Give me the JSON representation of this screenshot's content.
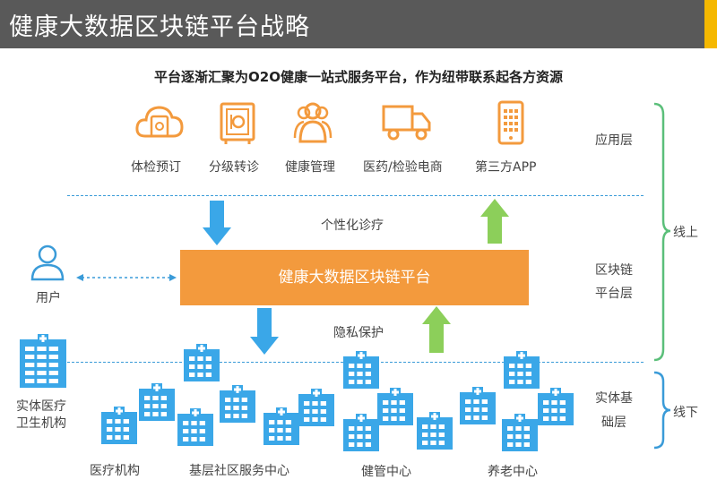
{
  "header": {
    "title": "健康大数据区块链平台战略"
  },
  "subtitle": "平台逐渐汇聚为O2O健康一站式服务平台，作为纽带联系起各方资源",
  "apps": [
    {
      "label": "体检预订",
      "icon": "cloud-cash-icon"
    },
    {
      "label": "分级转诊",
      "icon": "safe-icon"
    },
    {
      "label": "健康管理",
      "icon": "people-icon"
    },
    {
      "label": "医药/检验电商",
      "icon": "truck-icon"
    },
    {
      "label": "第三方APP",
      "icon": "phone-app-icon"
    }
  ],
  "layers": {
    "app": "应用层",
    "chain_line1": "区块链",
    "chain_line2": "平台层",
    "entity_line1": "实体基",
    "entity_line2": "础层"
  },
  "sides": {
    "online": "线上",
    "offline": "线下"
  },
  "platform": "健康大数据区块链平台",
  "flows": {
    "top": "个性化诊疗",
    "bottom": "隐私保护"
  },
  "user": "用户",
  "entity": {
    "line1": "实体医疗",
    "line2": "卫生机构"
  },
  "facilities": [
    "医疗机构",
    "基层社区服务中心",
    "健管中心",
    "养老中心"
  ],
  "colors": {
    "orange": "#f39a3d",
    "blue": "#3aa7e8",
    "green": "#8ccf5a",
    "title_bg": "#595959",
    "title_accent": "#f5b800"
  }
}
